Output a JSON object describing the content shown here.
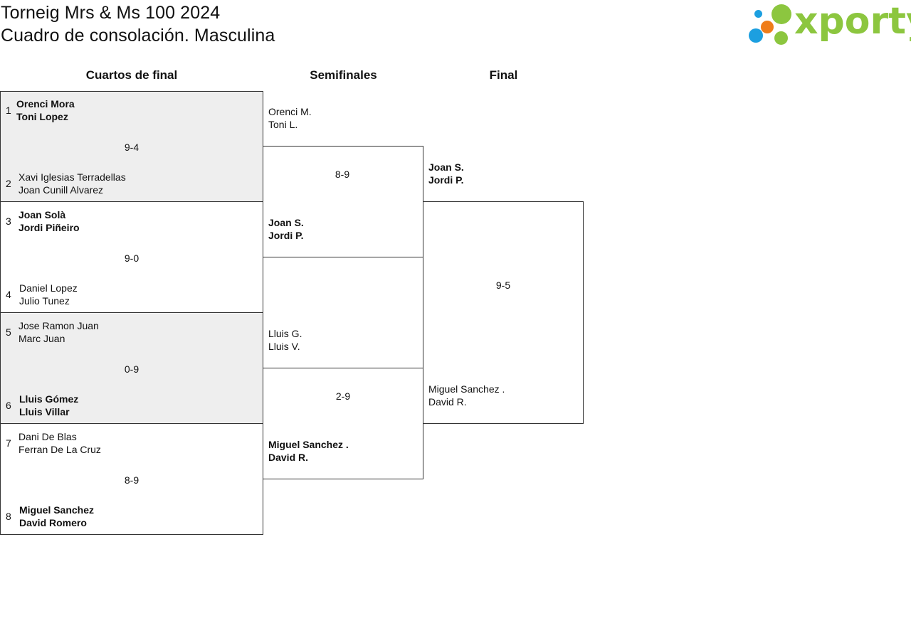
{
  "title": {
    "line1": "Torneig Mrs & Ms 100 2024",
    "line2": "Cuadro de consolación. Masculina"
  },
  "logo": {
    "text": "xporty",
    "colors": {
      "blue": "#1c9fe0",
      "orange": "#ef7d1a",
      "green": "#8cc63f"
    }
  },
  "rounds": {
    "quarterfinals": "Cuartos de final",
    "semifinals": "Semifinales",
    "final": "Final"
  },
  "colors": {
    "shaded": "#eeeeee",
    "border": "#333333"
  },
  "quarterfinals": [
    {
      "score": "9-4",
      "shaded": true,
      "top": {
        "seed": "1",
        "p1": "Orenci Mora",
        "p2": "Toni Lopez",
        "winner": true
      },
      "bottom": {
        "seed": "2",
        "p1": "Xavi Iglesias Terradellas",
        "p2": "Joan Cunill Alvarez",
        "winner": false
      }
    },
    {
      "score": "9-0",
      "shaded": false,
      "top": {
        "seed": "3",
        "p1": "Joan Solà",
        "p2": "Jordi Piñeiro",
        "winner": true
      },
      "bottom": {
        "seed": "4",
        "p1": "Daniel Lopez",
        "p2": "Julio Tunez",
        "winner": false
      }
    },
    {
      "score": "0-9",
      "shaded": true,
      "top": {
        "seed": "5",
        "p1": "Jose Ramon Juan",
        "p2": "Marc Juan",
        "winner": false
      },
      "bottom": {
        "seed": "6",
        "p1": "Lluis Gómez",
        "p2": "Lluis Villar",
        "winner": true
      }
    },
    {
      "score": "8-9",
      "shaded": false,
      "top": {
        "seed": "7",
        "p1": "Dani De Blas",
        "p2": "Ferran De La Cruz",
        "winner": false
      },
      "bottom": {
        "seed": "8",
        "p1": "Miguel Sanchez",
        "p2": "David Romero",
        "winner": true
      }
    }
  ],
  "semifinals": [
    {
      "score": "8-9",
      "top": {
        "p1": "Orenci M.",
        "p2": "Toni L.",
        "winner": false
      },
      "bottom": {
        "p1": "Joan S.",
        "p2": "Jordi P.",
        "winner": true
      }
    },
    {
      "score": "2-9",
      "top": {
        "p1": "Lluis G.",
        "p2": "Lluis V.",
        "winner": false
      },
      "bottom": {
        "p1": "Miguel Sanchez .",
        "p2": "David R.",
        "winner": true
      }
    }
  ],
  "final": {
    "score": "9-5",
    "top": {
      "p1": "Joan S.",
      "p2": "Jordi P.",
      "winner": true
    },
    "bottom": {
      "p1": "Miguel Sanchez .",
      "p2": "David R.",
      "winner": false
    }
  }
}
